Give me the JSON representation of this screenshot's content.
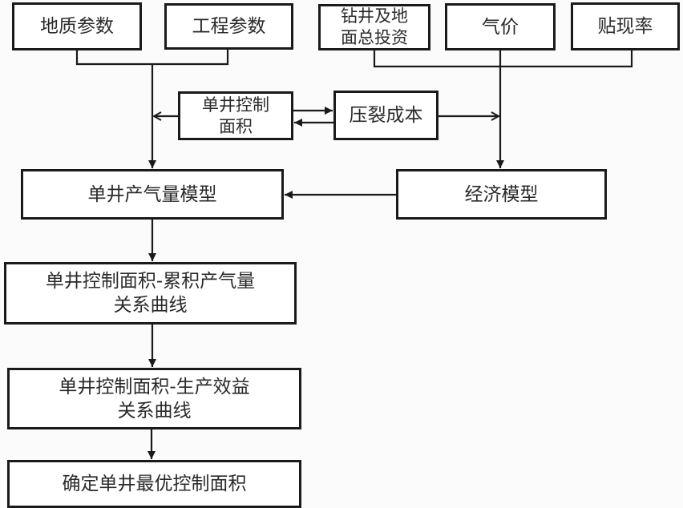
{
  "nodes": {
    "geo_params": {
      "label": "地质参数"
    },
    "eng_params": {
      "label": "工程参数"
    },
    "investment": {
      "lines": [
        "钻井及地",
        "面总投资"
      ]
    },
    "gas_price": {
      "label": "气价"
    },
    "discount_rate": {
      "label": "贴现率"
    },
    "control_area": {
      "lines": [
        "单井控制",
        "面积"
      ]
    },
    "frac_cost": {
      "label": "压裂成本"
    },
    "production_model": {
      "label": "单井产气量模型"
    },
    "economic_model": {
      "label": "经济模型"
    },
    "area_cumgas_curve": {
      "lines": [
        "单井控制面积-累积产气量",
        "关系曲线"
      ]
    },
    "area_benefit_curve": {
      "lines": [
        "单井控制面积-生产效益",
        "关系曲线"
      ]
    },
    "optimal_area": {
      "label": "确定单井最优控制面积"
    }
  },
  "edges": [
    {
      "from": "地质参数 + 工程参数",
      "to": "单井产气量模型"
    },
    {
      "from": "单井控制面积",
      "to": "单井产气量模型"
    },
    {
      "from": "单井控制面积",
      "to": "压裂成本"
    },
    {
      "from": "压裂成本",
      "to": "单井控制面积"
    },
    {
      "from": "钻井及地面总投资 + 气价 + 贴现率",
      "to": "经济模型"
    },
    {
      "from": "压裂成本",
      "to": "经济模型"
    },
    {
      "from": "经济模型",
      "to": "单井产气量模型"
    },
    {
      "from": "单井产气量模型",
      "to": "单井控制面积-累积产气量关系曲线"
    },
    {
      "from": "单井控制面积-累积产气量关系曲线",
      "to": "单井控制面积-生产效益关系曲线"
    },
    {
      "from": "单井控制面积-生产效益关系曲线",
      "to": "确定单井最优控制面积"
    }
  ]
}
